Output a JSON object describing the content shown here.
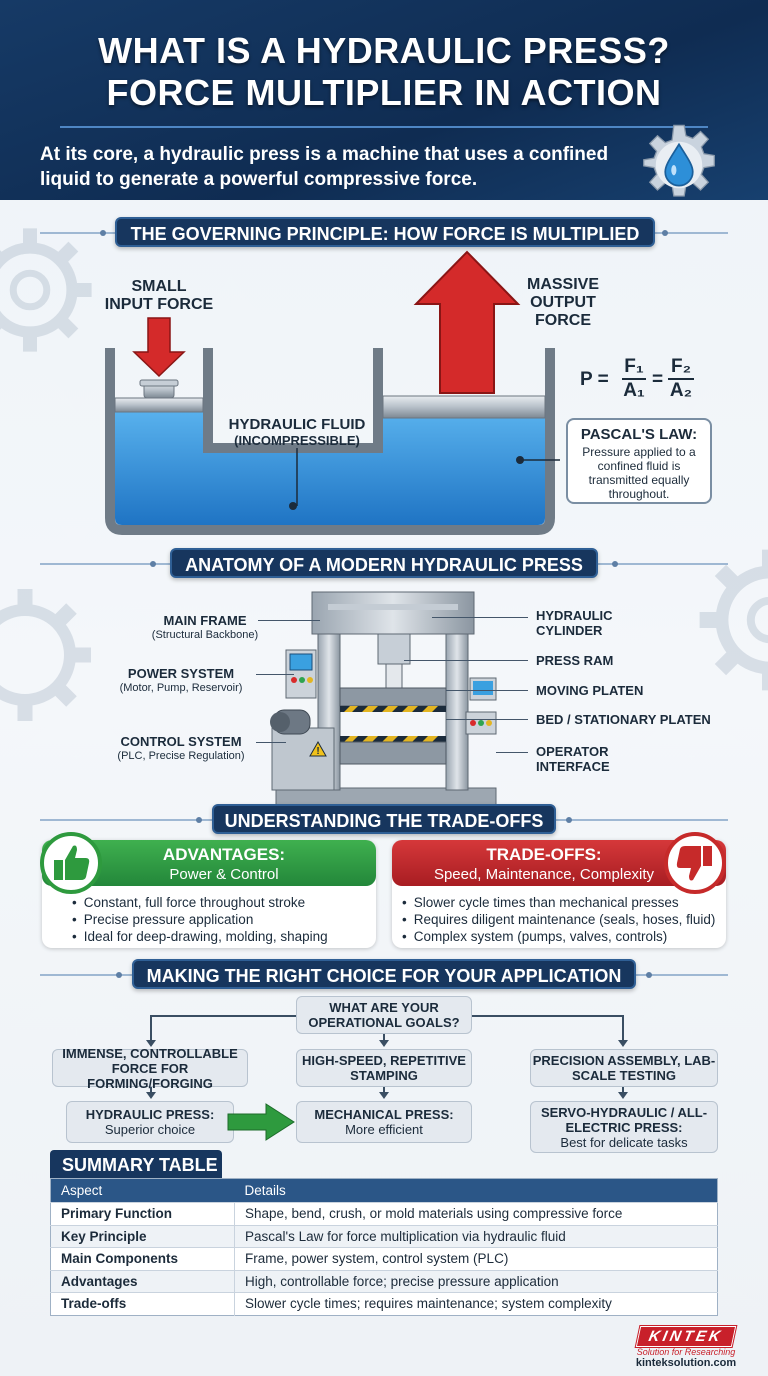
{
  "header": {
    "title_line1": "WHAT IS A HYDRAULIC PRESS?",
    "title_line2": "FORCE MULTIPLIER IN ACTION",
    "subtitle": "At its core, a hydraulic press is a machine that uses a confined liquid to generate a powerful compressive force.",
    "icon": "gear-droplet-icon"
  },
  "principle": {
    "banner": "THE GOVERNING PRINCIPLE: HOW FORCE IS MULTIPLIED",
    "input_label_1": "SMALL",
    "input_label_2": "INPUT FORCE",
    "output_label_1": "MASSIVE",
    "output_label_2": "OUTPUT",
    "output_label_3": "FORCE",
    "fluid_label": "HYDRAULIC FLUID",
    "fluid_sub": "(INCOMPRESSIBLE)",
    "formula": {
      "p": "P =",
      "f1": "F₁",
      "a1": "A₁",
      "eq": "=",
      "f2": "F₂",
      "a2": "A₂"
    },
    "law_title": "PASCAL'S LAW:",
    "law_text": "Pressure applied to a confined fluid is transmitted equally throughout."
  },
  "anatomy": {
    "banner": "ANATOMY OF A MODERN HYDRAULIC PRESS",
    "left": [
      {
        "label": "MAIN FRAME",
        "sub": "(Structural Backbone)"
      },
      {
        "label": "POWER SYSTEM",
        "sub": "(Motor, Pump, Reservoir)"
      },
      {
        "label": "CONTROL SYSTEM",
        "sub": "(PLC, Precise Regulation)"
      }
    ],
    "right": [
      {
        "label": "HYDRAULIC CYLINDER"
      },
      {
        "label": "PRESS RAM"
      },
      {
        "label": "MOVING PLATEN"
      },
      {
        "label": "BED / STATIONARY PLATEN"
      },
      {
        "label": "OPERATOR INTERFACE"
      }
    ]
  },
  "tradeoffs": {
    "banner": "UNDERSTANDING THE TRADE-OFFS",
    "advantages": {
      "title": "ADVANTAGES:",
      "subtitle": "Power & Control",
      "items": [
        "Constant, full force throughout stroke",
        "Precise pressure application",
        "Ideal for deep-drawing, molding, shaping"
      ],
      "color": "#2e9a3e",
      "icon": "thumbs-up-icon"
    },
    "disadvantages": {
      "title": "TRADE-OFFS:",
      "subtitle": "Speed, Maintenance, Complexity",
      "items": [
        "Slower cycle times than mechanical presses",
        "Requires diligent maintenance (seals, hoses, fluid)",
        "Complex system (pumps, valves, controls)"
      ],
      "color": "#c62a2a",
      "icon": "thumbs-down-icon"
    }
  },
  "choice": {
    "banner": "MAKING THE RIGHT CHOICE FOR YOUR APPLICATION",
    "question": "WHAT ARE YOUR OPERATIONAL GOALS?",
    "goals": [
      "IMMENSE, CONTROLLABLE FORCE FOR FORMING/FORGING",
      "HIGH-SPEED, REPETITIVE STAMPING",
      "PRECISION ASSEMBLY, LAB-SCALE TESTING"
    ],
    "results": [
      {
        "title": "HYDRAULIC PRESS:",
        "note": "Superior choice"
      },
      {
        "title": "MECHANICAL PRESS:",
        "note": "More efficient"
      },
      {
        "title": "SERVO-HYDRAULIC / ALL-ELECTRIC PRESS:",
        "note": "Best for delicate tasks"
      }
    ]
  },
  "summary": {
    "title": "SUMMARY TABLE",
    "headers": [
      "Aspect",
      "Details"
    ],
    "rows": [
      [
        "Primary Function",
        "Shape, bend, crush, or mold materials using compressive force"
      ],
      [
        "Key Principle",
        "Pascal's Law for force multiplication via hydraulic fluid"
      ],
      [
        "Main Components",
        "Frame, power system, control system (PLC)"
      ],
      [
        "Advantages",
        "High, controllable force; precise pressure application"
      ],
      [
        "Trade-offs",
        "Slower cycle times; requires maintenance; system complexity"
      ]
    ]
  },
  "footer": {
    "brand": "KINTEK",
    "tagline": "Solution for Researching",
    "url": "kinteksolution.com"
  }
}
